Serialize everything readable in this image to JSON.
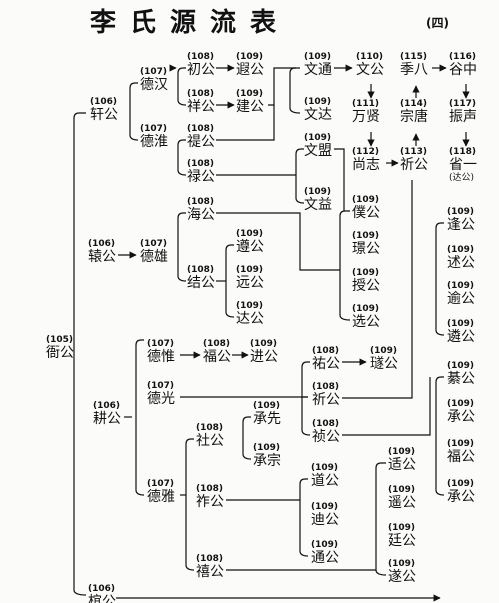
{
  "title": "李氏源流表",
  "subtitle": "(四)",
  "nodes": [
    {
      "id": "g105_hengong",
      "gen": "(105)",
      "name": "衙公"
    },
    {
      "id": "g106_xuangong",
      "gen": "(106)",
      "name": "轩公"
    },
    {
      "id": "g106_guigong",
      "gen": "(106)",
      "name": "辕公"
    },
    {
      "id": "g106_gengong",
      "gen": "(106)",
      "name": "耕公"
    },
    {
      "id": "g106_last",
      "gen": "(106)",
      "name": "椬公"
    },
    {
      "id": "g107_dehan",
      "gen": "(107)",
      "name": "德汉"
    },
    {
      "id": "g107_dehuai",
      "gen": "(107)",
      "name": "德淮"
    },
    {
      "id": "g107_dexiong",
      "gen": "(107)",
      "name": "德雄"
    },
    {
      "id": "g107_dewei",
      "gen": "(107)",
      "name": "德惟"
    },
    {
      "id": "g107_deguang",
      "gen": "(107)",
      "name": "德光"
    },
    {
      "id": "g107_deya",
      "gen": "(107)",
      "name": "德雅"
    },
    {
      "id": "g108_chugong",
      "gen": "(108)",
      "name": "初公"
    },
    {
      "id": "g108_xianggong",
      "gen": "(108)",
      "name": "祥公"
    },
    {
      "id": "g108_tigong",
      "gen": "(108)",
      "name": "禔公"
    },
    {
      "id": "g108_lugong",
      "gen": "(108)",
      "name": "禄公"
    },
    {
      "id": "g108_haigong",
      "gen": "(108)",
      "name": "海公"
    },
    {
      "id": "g108_jiegong",
      "gen": "(108)",
      "name": "结公"
    },
    {
      "id": "g108_fugong",
      "gen": "(108)",
      "name": "福公"
    },
    {
      "id": "g108_shegong",
      "gen": "(108)",
      "name": "社公"
    },
    {
      "id": "g108_zuogong",
      "gen": "(108)",
      "name": "祚公"
    },
    {
      "id": "g108_xigong",
      "gen": "(108)",
      "name": "禧公"
    },
    {
      "id": "g108_yougong",
      "gen": "(108)",
      "name": "祐公"
    },
    {
      "id": "g108_qigong",
      "gen": "(108)",
      "name": "祈公"
    },
    {
      "id": "g108_zhengong",
      "gen": "(108)",
      "name": "祯公"
    },
    {
      "id": "g109_xiagong",
      "gen": "(109)",
      "name": "遐公"
    },
    {
      "id": "g109_jiangong",
      "gen": "(109)",
      "name": "建公"
    },
    {
      "id": "g109_wentong",
      "gen": "(109)",
      "name": "文通"
    },
    {
      "id": "g109_wenda",
      "gen": "(109)",
      "name": "文达"
    },
    {
      "id": "g109_wenmeng",
      "gen": "(109)",
      "name": "文盟"
    },
    {
      "id": "g109_wenyi",
      "gen": "(109)",
      "name": "文益"
    },
    {
      "id": "g109_zungong",
      "gen": "(109)",
      "name": "遵公"
    },
    {
      "id": "g109_yuangong",
      "gen": "(109)",
      "name": "远公"
    },
    {
      "id": "g109_dagong",
      "gen": "(109)",
      "name": "达公"
    },
    {
      "id": "g109_jingong",
      "gen": "(109)",
      "name": "进公"
    },
    {
      "id": "g109_chengxian",
      "gen": "(109)",
      "name": "承先"
    },
    {
      "id": "g109_chengzong",
      "gen": "(109)",
      "name": "承宗"
    },
    {
      "id": "g109_daogong",
      "gen": "(109)",
      "name": "道公"
    },
    {
      "id": "g109_digong",
      "gen": "(109)",
      "name": "迪公"
    },
    {
      "id": "g109_tonggong",
      "gen": "(109)",
      "name": "通公"
    },
    {
      "id": "g109_pugong",
      "gen": "(109)",
      "name": "僕公"
    },
    {
      "id": "g109_jingong2",
      "gen": "(109)",
      "name": "璟公"
    },
    {
      "id": "g109_shougong",
      "gen": "(109)",
      "name": "授公"
    },
    {
      "id": "g109_xuangong2",
      "gen": "(109)",
      "name": "选公"
    },
    {
      "id": "g109_ruigong",
      "gen": "(109)",
      "name": "璲公"
    },
    {
      "id": "g109_shigong",
      "gen": "(109)",
      "name": "适公"
    },
    {
      "id": "g109_yaogong",
      "gen": "(109)",
      "name": "遥公"
    },
    {
      "id": "g109_tinggong",
      "gen": "(109)",
      "name": "廷公"
    },
    {
      "id": "g109_suigong",
      "gen": "(109)",
      "name": "遂公"
    },
    {
      "id": "g109_fenggong",
      "gen": "(109)",
      "name": "逢公"
    },
    {
      "id": "g109_shugong",
      "gen": "(109)",
      "name": "述公"
    },
    {
      "id": "g109_yugong",
      "gen": "(109)",
      "name": "逾公"
    },
    {
      "id": "g109_zhugong",
      "gen": "(109)",
      "name": "遴公"
    },
    {
      "id": "g109_gonggong",
      "gen": "(109)",
      "name": "綦公"
    },
    {
      "id": "g109_chenggong",
      "gen": "(109)",
      "name": "承公"
    },
    {
      "id": "g109_fugong2",
      "gen": "(109)",
      "name": "福公"
    },
    {
      "id": "g109_chenggong2",
      "gen": "(109)",
      "name": "承公"
    },
    {
      "id": "g110_wengong",
      "gen": "(110)",
      "name": "文公"
    },
    {
      "id": "g111_wanxian",
      "gen": "(111)",
      "name": "万贤"
    },
    {
      "id": "g112_shangzhi",
      "gen": "(112)",
      "name": "尚志"
    },
    {
      "id": "g113_qigong",
      "gen": "(113)",
      "name": "祈公"
    },
    {
      "id": "g114_zongtang",
      "gen": "(114)",
      "name": "宗唐"
    },
    {
      "id": "g115_jiba",
      "gen": "(115)",
      "name": "季八"
    },
    {
      "id": "g116_guzhong",
      "gen": "(116)",
      "name": "谷中"
    },
    {
      "id": "g117_zhensheng",
      "gen": "(117)",
      "name": "振声"
    },
    {
      "id": "g118_shengyi",
      "gen": "(118)",
      "name": "省一",
      "extra": "(达公)"
    }
  ]
}
